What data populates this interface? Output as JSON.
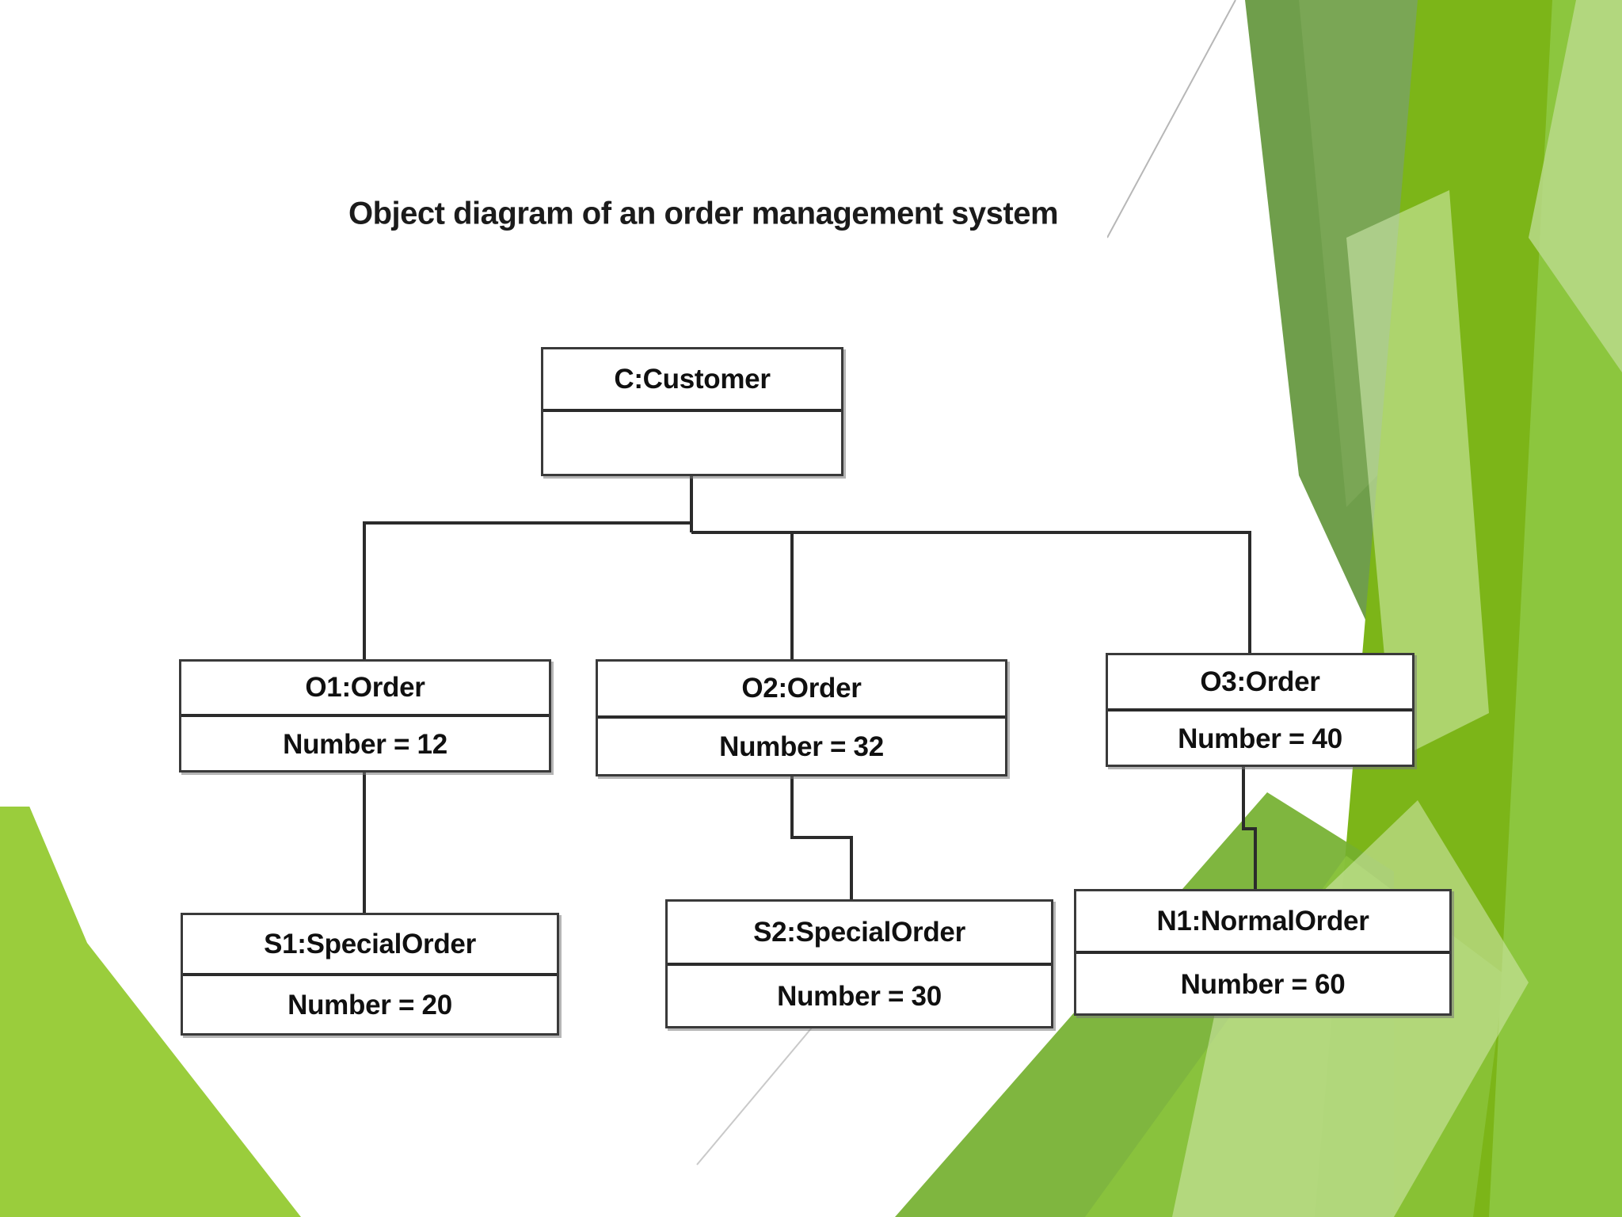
{
  "slide": {
    "background_color": "#ffffff",
    "panel_color": "#ffffff",
    "accent_colors": {
      "green_dark": "#6f9e4b",
      "green_mid": "#7cb342",
      "green_bright": "#8cc63e",
      "green_light": "#aed581",
      "green_pale": "#cfe6a8"
    }
  },
  "diagram": {
    "type": "uml-object-diagram",
    "title": "Object diagram of an order management system",
    "nodes": [
      {
        "id": "customer",
        "name": "C:Customer",
        "attribute": "",
        "has_empty_compartment": true,
        "level": 0
      },
      {
        "id": "order1",
        "name": "O1:Order",
        "attribute": "Number = 12",
        "has_empty_compartment": false,
        "level": 1
      },
      {
        "id": "order2",
        "name": "O2:Order",
        "attribute": "Number = 32",
        "has_empty_compartment": false,
        "level": 1
      },
      {
        "id": "order3",
        "name": "O3:Order",
        "attribute": "Number = 40",
        "has_empty_compartment": false,
        "level": 1
      },
      {
        "id": "special1",
        "name": "S1:SpecialOrder",
        "attribute": "Number = 20",
        "has_empty_compartment": false,
        "level": 2
      },
      {
        "id": "special2",
        "name": "S2:SpecialOrder",
        "attribute": "Number = 30",
        "has_empty_compartment": false,
        "level": 2
      },
      {
        "id": "normal1",
        "name": "N1:NormalOrder",
        "attribute": "Number = 60",
        "has_empty_compartment": false,
        "level": 2
      }
    ],
    "links": [
      {
        "from": "customer",
        "to": "order1"
      },
      {
        "from": "customer",
        "to": "order2"
      },
      {
        "from": "customer",
        "to": "order3"
      },
      {
        "from": "order1",
        "to": "special1"
      },
      {
        "from": "order2",
        "to": "special2"
      },
      {
        "from": "order3",
        "to": "normal1"
      }
    ]
  }
}
